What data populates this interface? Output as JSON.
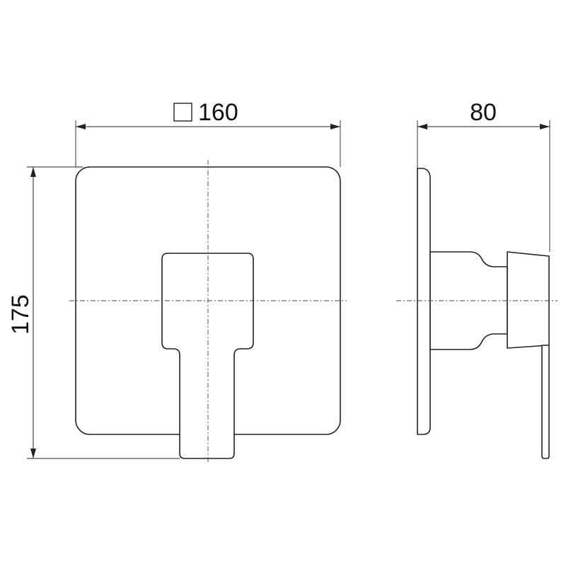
{
  "dimensions": {
    "front_width": "160",
    "front_height": "175",
    "side_depth": "80"
  },
  "symbols": {
    "front_width_prefix": "square-symbol"
  },
  "colors": {
    "line": "#222222",
    "background": "#ffffff"
  }
}
